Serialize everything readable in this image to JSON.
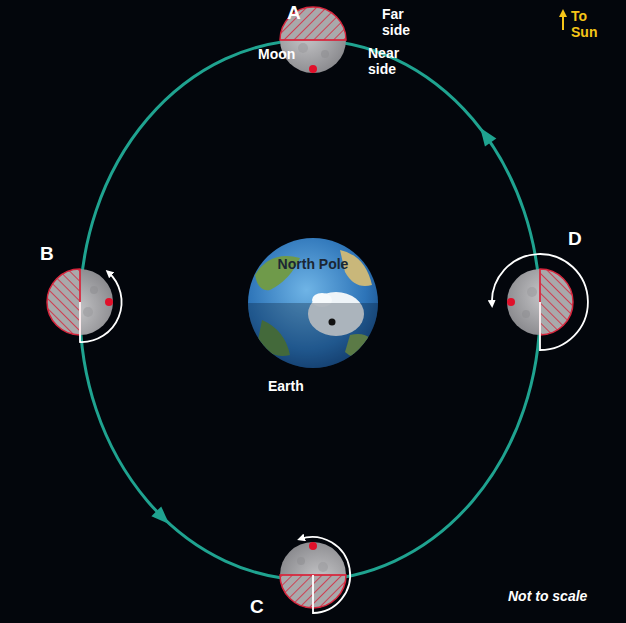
{
  "diagram": {
    "nodes": [
      {
        "text": [
          "North Pole"
        ]
      }
    ],
    "labels": [
      "A",
      "Far side",
      "Moon",
      "Near side",
      "To Sun",
      "B",
      "D",
      "Earth",
      "C",
      "Not to scale"
    ]
  }
}
